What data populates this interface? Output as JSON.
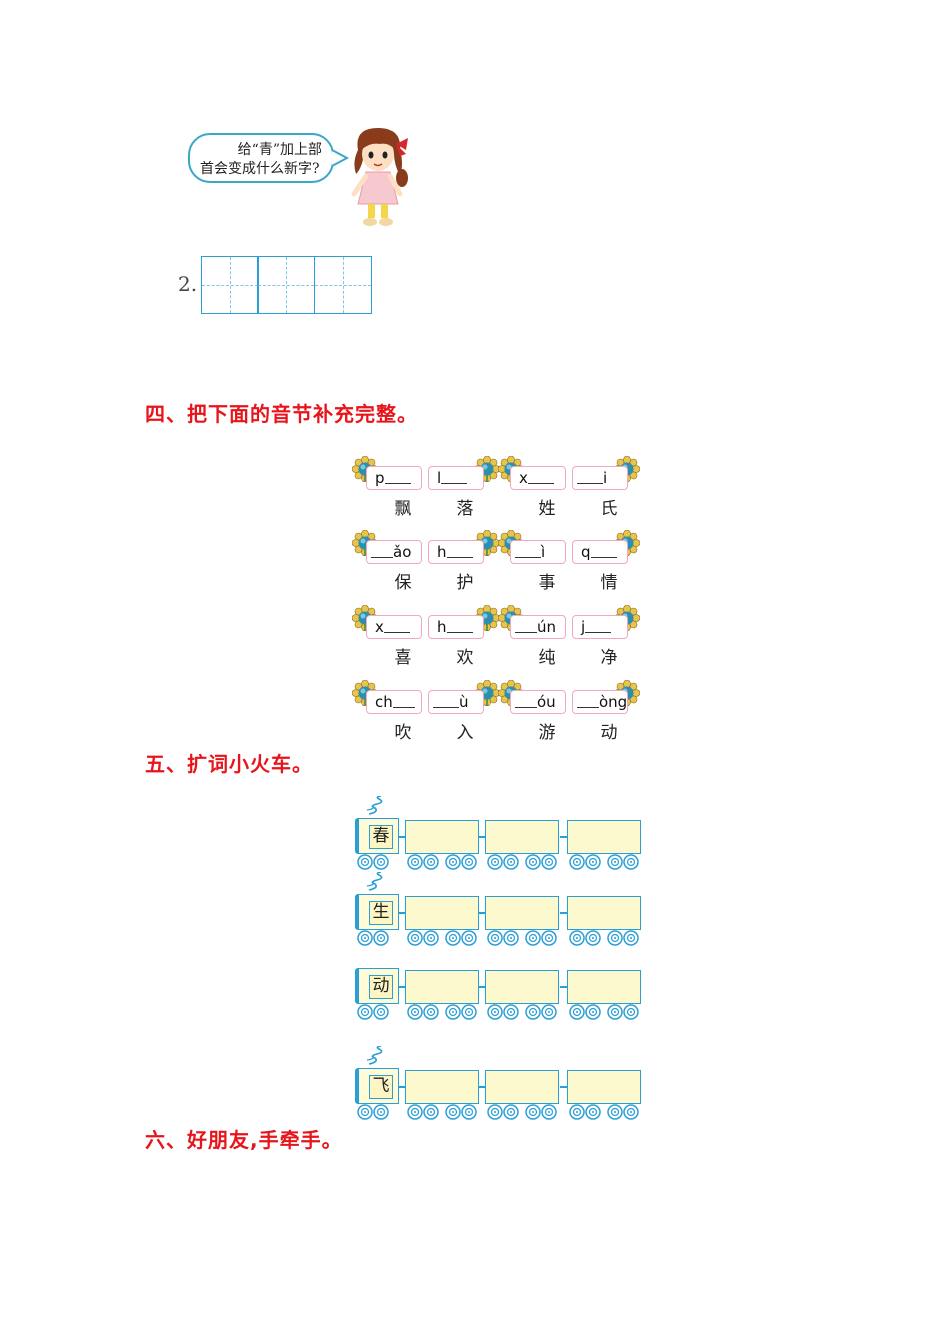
{
  "bubble": {
    "line1": "给“青”加上部",
    "line2": "首会变成什么新字?"
  },
  "question2_number": "2.",
  "section4": {
    "heading": "四、把下面的音节补充完整。",
    "rows": [
      {
        "items": [
          {
            "prefix": "p",
            "suffix": "",
            "char": "飘"
          },
          {
            "prefix": "l",
            "suffix": "",
            "char": "落"
          },
          {
            "prefix": "x",
            "suffix": "",
            "char": "姓"
          },
          {
            "prefix": "",
            "suffix": "i",
            "char": "氏"
          }
        ]
      },
      {
        "items": [
          {
            "prefix": "",
            "suffix": "ǎo",
            "char": "保"
          },
          {
            "prefix": "h",
            "suffix": "",
            "char": "护"
          },
          {
            "prefix": "",
            "suffix": "ì",
            "char": "事"
          },
          {
            "prefix": "q",
            "suffix": "",
            "char": "情"
          }
        ]
      },
      {
        "items": [
          {
            "prefix": "x",
            "suffix": "",
            "char": "喜"
          },
          {
            "prefix": "h",
            "suffix": "",
            "char": "欢"
          },
          {
            "prefix": "",
            "suffix": "ún",
            "char": "纯"
          },
          {
            "prefix": "j",
            "suffix": "",
            "char": "净"
          }
        ]
      },
      {
        "items": [
          {
            "prefix": "ch",
            "suffix": "",
            "char": "吹"
          },
          {
            "prefix": "",
            "suffix": "ù",
            "char": "入"
          },
          {
            "prefix": "",
            "suffix": "óu",
            "char": "游"
          },
          {
            "prefix": "",
            "suffix": "òng",
            "char": "动"
          }
        ]
      }
    ]
  },
  "section5": {
    "heading": "五、扩词小火车。",
    "trains": [
      {
        "char": "春"
      },
      {
        "char": "生"
      },
      {
        "char": "动"
      },
      {
        "char": "飞"
      }
    ]
  },
  "section6": {
    "heading": "六、好朋友,手牵手。"
  },
  "colors": {
    "heading_red": "#e8141b",
    "box_blue": "#2a9fd6",
    "pinyin_pink": "#f0a8c0",
    "car_fill": "#fdf9cf"
  }
}
